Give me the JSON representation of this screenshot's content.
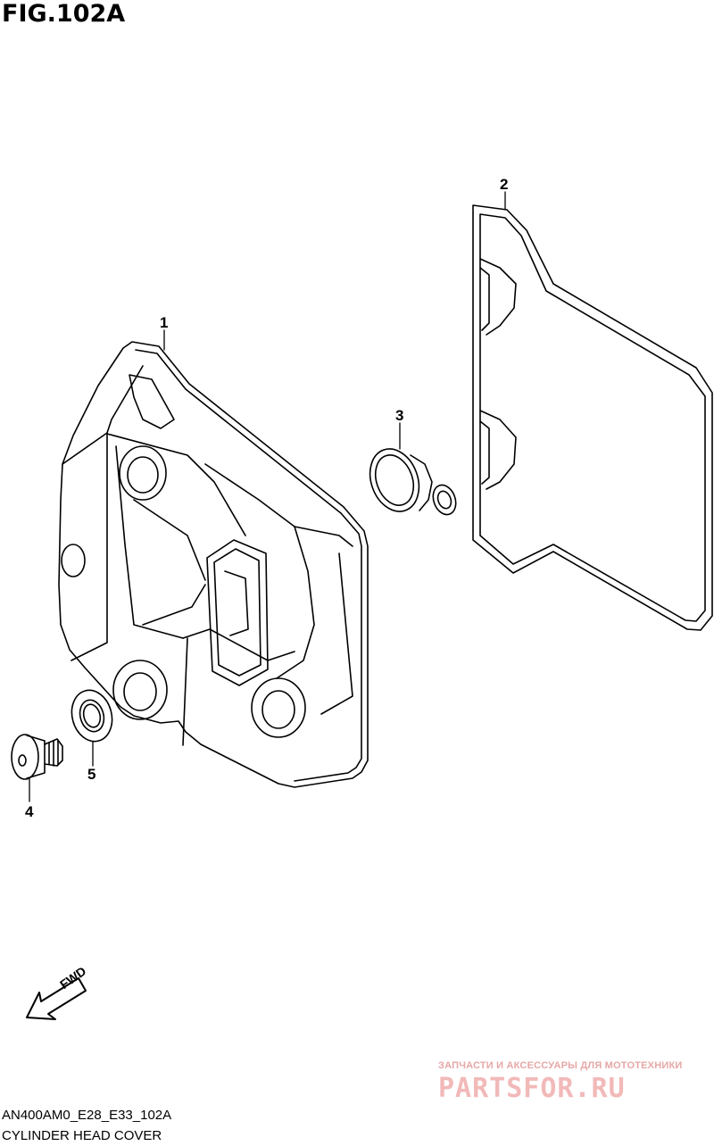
{
  "figure": {
    "title": "FIG.102A"
  },
  "callouts": [
    {
      "id": "1",
      "label": "1"
    },
    {
      "id": "2",
      "label": "2"
    },
    {
      "id": "3",
      "label": "3"
    },
    {
      "id": "4",
      "label": "4"
    },
    {
      "id": "5",
      "label": "5"
    }
  ],
  "parts": {
    "p1": "cylinder-head-cover",
    "p2": "cover-gasket",
    "p3": "plug-seal",
    "p4": "bolt",
    "p5": "washer-seal"
  },
  "fwd": {
    "label": "FWD"
  },
  "footer": {
    "code": "AN400AM0_E28_E33_102A",
    "caption": "CYLINDER HEAD COVER"
  },
  "watermark": {
    "text": "ЗАПЧАСТИ И АКСЕССУАРЫ ДЛЯ МОТОТЕХНИКИ",
    "logo": "PARTSFOR.RU"
  }
}
